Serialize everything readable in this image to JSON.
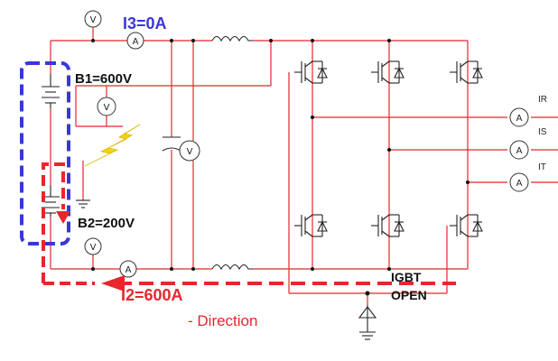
{
  "labels": {
    "b1": "B1=600V",
    "b2": "B2=200V",
    "i3": "I3=0A",
    "i2": "I2=600A",
    "direction": "- Direction",
    "ir": "IR",
    "is": "IS",
    "it": "IT",
    "igbt_line1": "IGBT",
    "igbt_line2": "OPEN"
  },
  "meter_symbols": {
    "voltmeter": "V",
    "ammeter": "A"
  },
  "colors": {
    "wire": "#e8262b",
    "blue_dashed": "#3a36d8",
    "red_dashed": "#e8262b",
    "lightning": "#f3d400"
  }
}
